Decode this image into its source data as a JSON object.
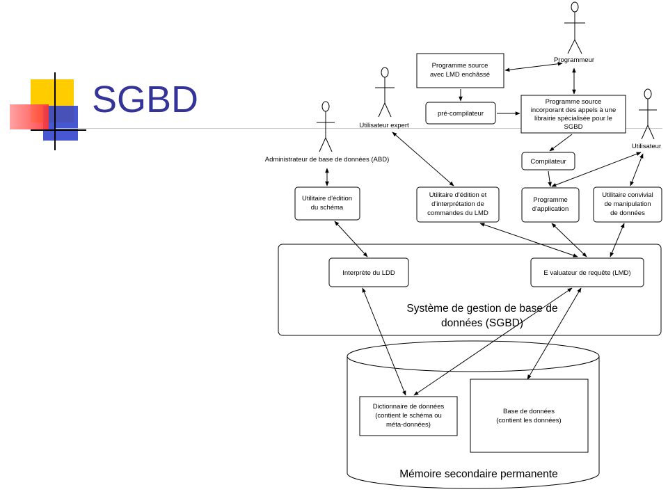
{
  "slide": {
    "title": "SGBD"
  },
  "actors": {
    "programmeur": "Programmeur",
    "expert": "Utilisateur expert",
    "abd": "Administrateur de base de données (ABD)",
    "utilisateur": "Utilisateur"
  },
  "boxes": {
    "prog_source": [
      "Programme source",
      "avec LMD enchâssé"
    ],
    "precompilateur": [
      "pré-compilateur"
    ],
    "prog_appels": [
      "Programme source",
      "incorporant des appels à une",
      "librairie spécialisée pour le",
      "SGBD"
    ],
    "compilateur": [
      "Compilateur"
    ],
    "util_schema": [
      "Utilitaire d'édition",
      "du schéma"
    ],
    "util_lmd": [
      "Utilitaire d'édition et",
      "d'interprétation de",
      "commandes du LMD"
    ],
    "prog_application": [
      "Programme",
      "d'application"
    ],
    "util_convivial": [
      "Utilitaire convivial",
      "de manipulation",
      "de données"
    ],
    "interprete_ldd": [
      "Interprète du LDD"
    ],
    "evaluateur": [
      "E valuateur de requête (LMD)"
    ],
    "dictionnaire": [
      "Dictionnaire de données",
      "(contient le schéma ou",
      "méta-données)"
    ],
    "base_donnees": [
      "Base de données",
      "(contient les données)"
    ]
  },
  "containers": {
    "sgbd": [
      "Système de gestion de base de",
      "données (SGBD)"
    ],
    "memoire": "Mémoire secondaire permanente"
  },
  "colors": {
    "title": "#333399",
    "deco_yellow": "#ffcc00",
    "deco_red": "#ff3333",
    "deco_blue": "#3333cc"
  }
}
